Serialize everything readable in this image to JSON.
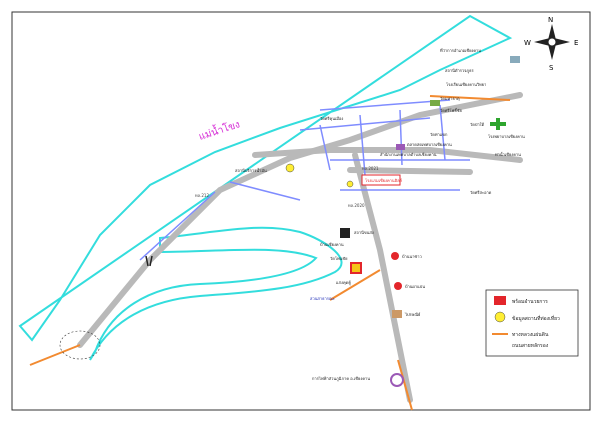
{
  "compass": {
    "n": "N",
    "e": "E",
    "s": "S",
    "w": "W"
  },
  "river_label": "แม่น้ำโขง",
  "road_numbers": [
    "ทล.212",
    "ทล.2021",
    "ทล.2020"
  ],
  "places": [
    "ที่ว่าการอำเภอเชียงคาน",
    "สถานีตำรวจภูธร",
    "โรงเรียนเชียงคานวิทยา",
    "วัดมหาธาตุ",
    "วัดศรีโพธิ์ชัย",
    "วัดป่าใต้",
    "โรงพยาบาลเชียงคาน",
    "วัดท่าแขก",
    "ตลาดสดเทศบาลเชียงคาน",
    "สำนักงานเทศบาลตำบลเชียงคาน",
    "วัดศรีคุนเมือง",
    "วัดศรีสะอาด",
    "ท่าน้ำเชียงคาน",
    "โรงแรมเชียงคานฮิลล์",
    "สถานีบริการน้ำมัน",
    "สถานีขนส่ง",
    "บ้านเชียงคาน",
    "วัดโพนชัย",
    "บ้านนาซ่าว",
    "แก่งคุดคู้",
    "บ้านผาแบ่น",
    "สวนสาธารณะ",
    "ไปรษณีย์",
    "การไฟฟ้าส่วนภูมิภาค อ.เชียงคาน"
  ],
  "legend": [
    {
      "label": "พร้อมอำนวยการ",
      "symbol": "red-square",
      "color": "#e3262b"
    },
    {
      "label": "ข้อมูลสถานที่ท่องเที่ยว",
      "symbol": "yellow-circle",
      "color": "#ffee33"
    },
    {
      "label": "ทางหลวงแผ่นดิน",
      "symbol": "orange-line",
      "color": "#f08a32"
    },
    {
      "label": "ถนนสายหลักรอง",
      "symbol": "none",
      "color": ""
    }
  ],
  "colors": {
    "river": "#33dddd",
    "road": "#b9b9b9",
    "street": "#7f8cff",
    "highway": "#f28a30",
    "label_blue": "#1f2fb8"
  }
}
